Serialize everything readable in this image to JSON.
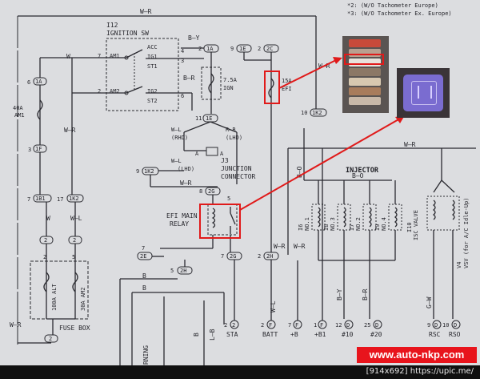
{
  "notes": [
    "*2: (W/O Tachometer Europe)",
    "*3: (W/O Tachometer Ex. Europe)"
  ],
  "ignition_switch": {
    "ref": "I12",
    "name": "IGNITION SW",
    "terminals": [
      "ACC",
      "IG1",
      "ST1",
      "IG2",
      "ST2"
    ],
    "pins": [
      "7",
      "AM1",
      "4",
      "2",
      "AM2",
      "6",
      "3"
    ]
  },
  "fuses": {
    "am1": {
      "rating": "40A",
      "name": "AM1"
    },
    "ign": {
      "rating": "7.5A",
      "name": "IGN"
    },
    "efi": {
      "rating": "15A",
      "name": "EFI"
    },
    "alt": {
      "rating": "100A ALT"
    },
    "am2": {
      "rating": "30A AM2"
    }
  },
  "connectors": {
    "c1A_top": "1A",
    "c1E_top": "1E",
    "c2C": "2C",
    "c1A_left": "1A",
    "c1F": "1F",
    "c1E_mid": "1E",
    "c1K2_mid": "1K2",
    "c1K2_right": "1K2",
    "c2G_top": "2G",
    "c1B1": "1B1",
    "c1K2_left": "1K2",
    "c2E": "2E",
    "c2H_l": "2H",
    "c2G_bot": "2G",
    "c2H_r": "2H",
    "c2_fuse_bot": "2"
  },
  "pin_numbers": [
    "6",
    "3",
    "7",
    "17",
    "2",
    "2",
    "2",
    "5",
    "2",
    "9",
    "11",
    "8",
    "10",
    "7",
    "5",
    "7",
    "2",
    "2",
    "1"
  ],
  "wire_colors": {
    "w_r": "W–R",
    "w": "W",
    "b_y": "B–Y",
    "b_r": "B–R",
    "w_r2": "W–R",
    "w_l": "W–L",
    "b": "B",
    "b_o": "B–O",
    "l_b": "L–B",
    "b_y2": "B–Y",
    "g_w": "G–W",
    "b_r2": "B–R"
  },
  "variants": {
    "rhd": "(RHD)",
    "lhd": "(LHD)",
    "rhd_l": "W–L",
    "lhd_r": "R–B"
  },
  "junction": {
    "ref": "J3",
    "name1": "JUNCTION",
    "name2": "CONNECTOR",
    "a1": "A",
    "a2": "A"
  },
  "efi_relay": {
    "name1": "EFI MAIN",
    "name2": "RELAY"
  },
  "injector": {
    "title": "INJECTOR",
    "items": [
      {
        "ref": "I6",
        "name": "NO.1"
      },
      {
        "ref": "I8",
        "name": "NO.3"
      },
      {
        "ref": "I7",
        "name": "NO.2"
      },
      {
        "ref": "I9",
        "name": "NO.4"
      }
    ]
  },
  "isc": {
    "ref": "I10",
    "name": "ISC VALVE"
  },
  "vsv": {
    "ref": "V4",
    "name": "VSV (for A/C Idle-Up)"
  },
  "fuse_box": "FUSE BOX",
  "ecu_terminals": [
    {
      "pin": "2",
      "label": "STA"
    },
    {
      "pin": "F",
      "label": "BATT"
    },
    {
      "pin": "F",
      "label": "+B"
    },
    {
      "pin": "F",
      "label": "+B1"
    },
    {
      "pin": "D",
      "label": "#10"
    },
    {
      "pin": "D",
      "label": "#20"
    },
    {
      "pin": "D",
      "label": "RSC"
    },
    {
      "pin": "D",
      "label": "RSO"
    }
  ],
  "ecu_pins": [
    "2",
    "2",
    "7",
    "1",
    "12",
    "25",
    "9",
    "10"
  ],
  "starting_label": "RNING",
  "watermark": "www.auto-nkp.com",
  "footer": "[914x692] https://upic.me/"
}
